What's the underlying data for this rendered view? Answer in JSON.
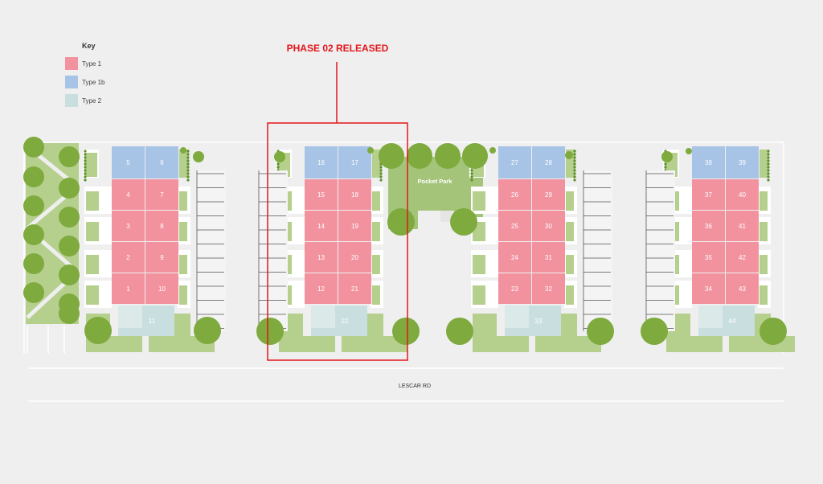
{
  "key": {
    "title": "Key",
    "items": [
      {
        "label": "Type 1",
        "color": "#f2929f"
      },
      {
        "label": "Type 1b",
        "color": "#a7c3e6"
      },
      {
        "label": "Type 2",
        "color": "#c9dfdf"
      }
    ]
  },
  "phase_label": "PHASE 02 RELEASED",
  "pocket_park_label": "Pocket Park",
  "road_label": "LESCAR RD",
  "colors": {
    "background": "#efefef",
    "type1": "#f2929f",
    "type1b": "#a7c3e6",
    "type2": "#c9dfdf",
    "green_light": "#b5cf8d",
    "green_mid": "#a4c47a",
    "tree": "#7eaa3e",
    "tree_dark": "#5f8f2c",
    "highlight": "#e3161b",
    "unit_text": "#ffffff"
  },
  "blocks": [
    {
      "top": [
        "5",
        "6"
      ],
      "left": [
        "4",
        "3",
        "2",
        "1"
      ],
      "right": [
        "7",
        "8",
        "9",
        "10"
      ],
      "bottom": "11"
    },
    {
      "top": [
        "16",
        "17"
      ],
      "left": [
        "15",
        "14",
        "13",
        "12"
      ],
      "right": [
        "18",
        "19",
        "20",
        "21"
      ],
      "bottom": "22"
    },
    {
      "top": [
        "27",
        "28"
      ],
      "left": [
        "26",
        "25",
        "24",
        "23"
      ],
      "right": [
        "29",
        "30",
        "31",
        "32"
      ],
      "bottom": "33"
    },
    {
      "top": [
        "38",
        "39"
      ],
      "left": [
        "37",
        "36",
        "35",
        "34"
      ],
      "right": [
        "40",
        "41",
        "42",
        "43"
      ],
      "bottom": "44"
    }
  ]
}
